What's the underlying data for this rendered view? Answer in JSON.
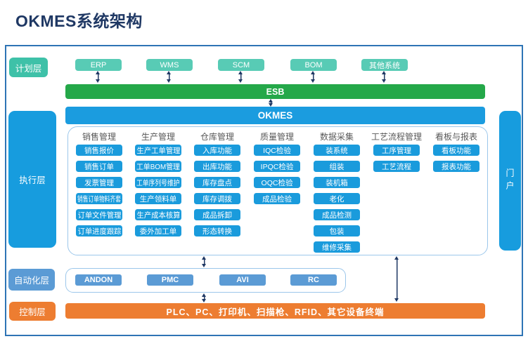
{
  "title": "OKMES系统架构",
  "colors": {
    "title_navy": "#1F3864",
    "frame_border_blue": "#2E74B5",
    "teal_label": "#3EC1A8",
    "teal_box": "#58CBB5",
    "esb_green": "#24A849",
    "mes_blue": "#1B9CDF",
    "automation_blue": "#5B9BD5",
    "control_orange": "#ED7D31",
    "container_border": "#9CC7EB",
    "arrow_navy": "#1F3864",
    "column_header_gray": "#595959"
  },
  "plan_layer": {
    "label": "计划层",
    "systems": [
      "ERP",
      "WMS",
      "SCM",
      "BOM",
      "其他系统"
    ]
  },
  "esb": {
    "label": "ESB"
  },
  "okmes": {
    "label": "OKMES"
  },
  "portal": {
    "label": "门户"
  },
  "exec_layer": {
    "label": "执行层",
    "columns": [
      {
        "header": "销售管理",
        "items": [
          "销售报价",
          "销售订单",
          "发票管理",
          "销售订单物料齐套",
          "订单文件管理",
          "订单进度跟踪"
        ]
      },
      {
        "header": "生产管理",
        "items": [
          "生产工单管理",
          "工单BOM管理",
          "工单序列号维护",
          "生产领料单",
          "生产成本核算",
          "委外加工单"
        ]
      },
      {
        "header": "仓库管理",
        "items": [
          "入库功能",
          "出库功能",
          "库存盘点",
          "库存调拨",
          "成品拆卸",
          "形态转换"
        ]
      },
      {
        "header": "质量管理",
        "items": [
          "IQC检验",
          "IPQC检验",
          "OQC检验",
          "成品检验"
        ]
      },
      {
        "header": "数据采集",
        "items": [
          "装系统",
          "组装",
          "装机箱",
          "老化",
          "成品检测",
          "包装",
          "维修采集"
        ]
      },
      {
        "header": "工艺流程管理",
        "items": [
          "工序管理",
          "工艺流程"
        ]
      },
      {
        "header": "看板与报表",
        "items": [
          "看板功能",
          "报表功能"
        ]
      }
    ]
  },
  "automation_layer": {
    "label": "自动化层",
    "systems": [
      "ANDON",
      "PMC",
      "AVI",
      "RC"
    ]
  },
  "control_layer": {
    "label": "控制层",
    "devices": "PLC、PC、打印机、扫描枪、RFID、其它设备终端"
  }
}
